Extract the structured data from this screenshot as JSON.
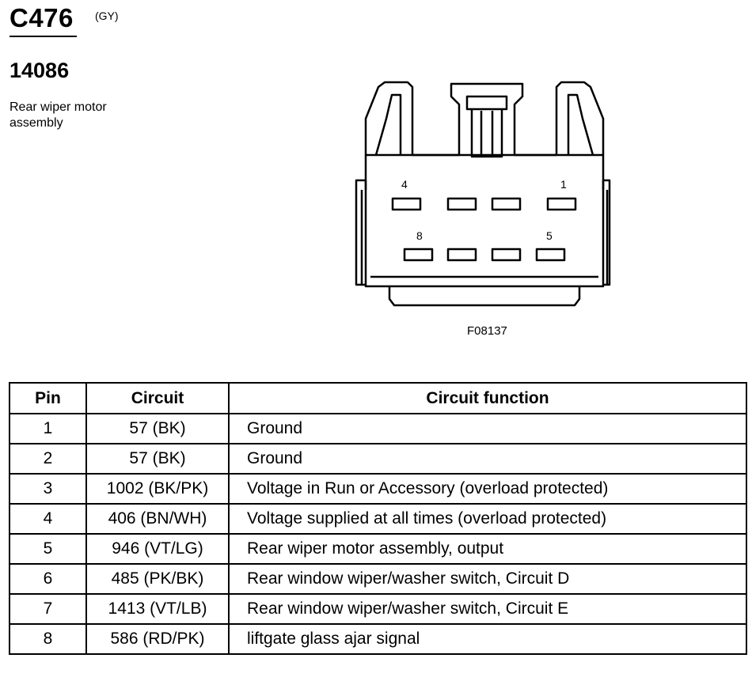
{
  "header": {
    "connector_id": "C476",
    "connector_color": "(GY)",
    "component_number": "14086",
    "component_desc": "Rear wiper motor assembly"
  },
  "figure": {
    "code": "F08137",
    "pin_labels": [
      "4",
      "1",
      "8",
      "5"
    ]
  },
  "table": {
    "headers": [
      "Pin",
      "Circuit",
      "Circuit function"
    ],
    "rows": [
      {
        "pin": "1",
        "circuit": "57 (BK)",
        "function": "Ground"
      },
      {
        "pin": "2",
        "circuit": "57 (BK)",
        "function": "Ground"
      },
      {
        "pin": "3",
        "circuit": "1002 (BK/PK)",
        "function": "Voltage in Run or Accessory (overload protected)"
      },
      {
        "pin": "4",
        "circuit": "406 (BN/WH)",
        "function": "Voltage supplied at all times (overload protected)"
      },
      {
        "pin": "5",
        "circuit": "946 (VT/LG)",
        "function": "Rear wiper motor assembly, output"
      },
      {
        "pin": "6",
        "circuit": "485 (PK/BK)",
        "function": "Rear window wiper/washer switch, Circuit D"
      },
      {
        "pin": "7",
        "circuit": "1413 (VT/LB)",
        "function": "Rear window wiper/washer switch, Circuit E"
      },
      {
        "pin": "8",
        "circuit": "586 (RD/PK)",
        "function": "liftgate glass ajar signal"
      }
    ]
  }
}
